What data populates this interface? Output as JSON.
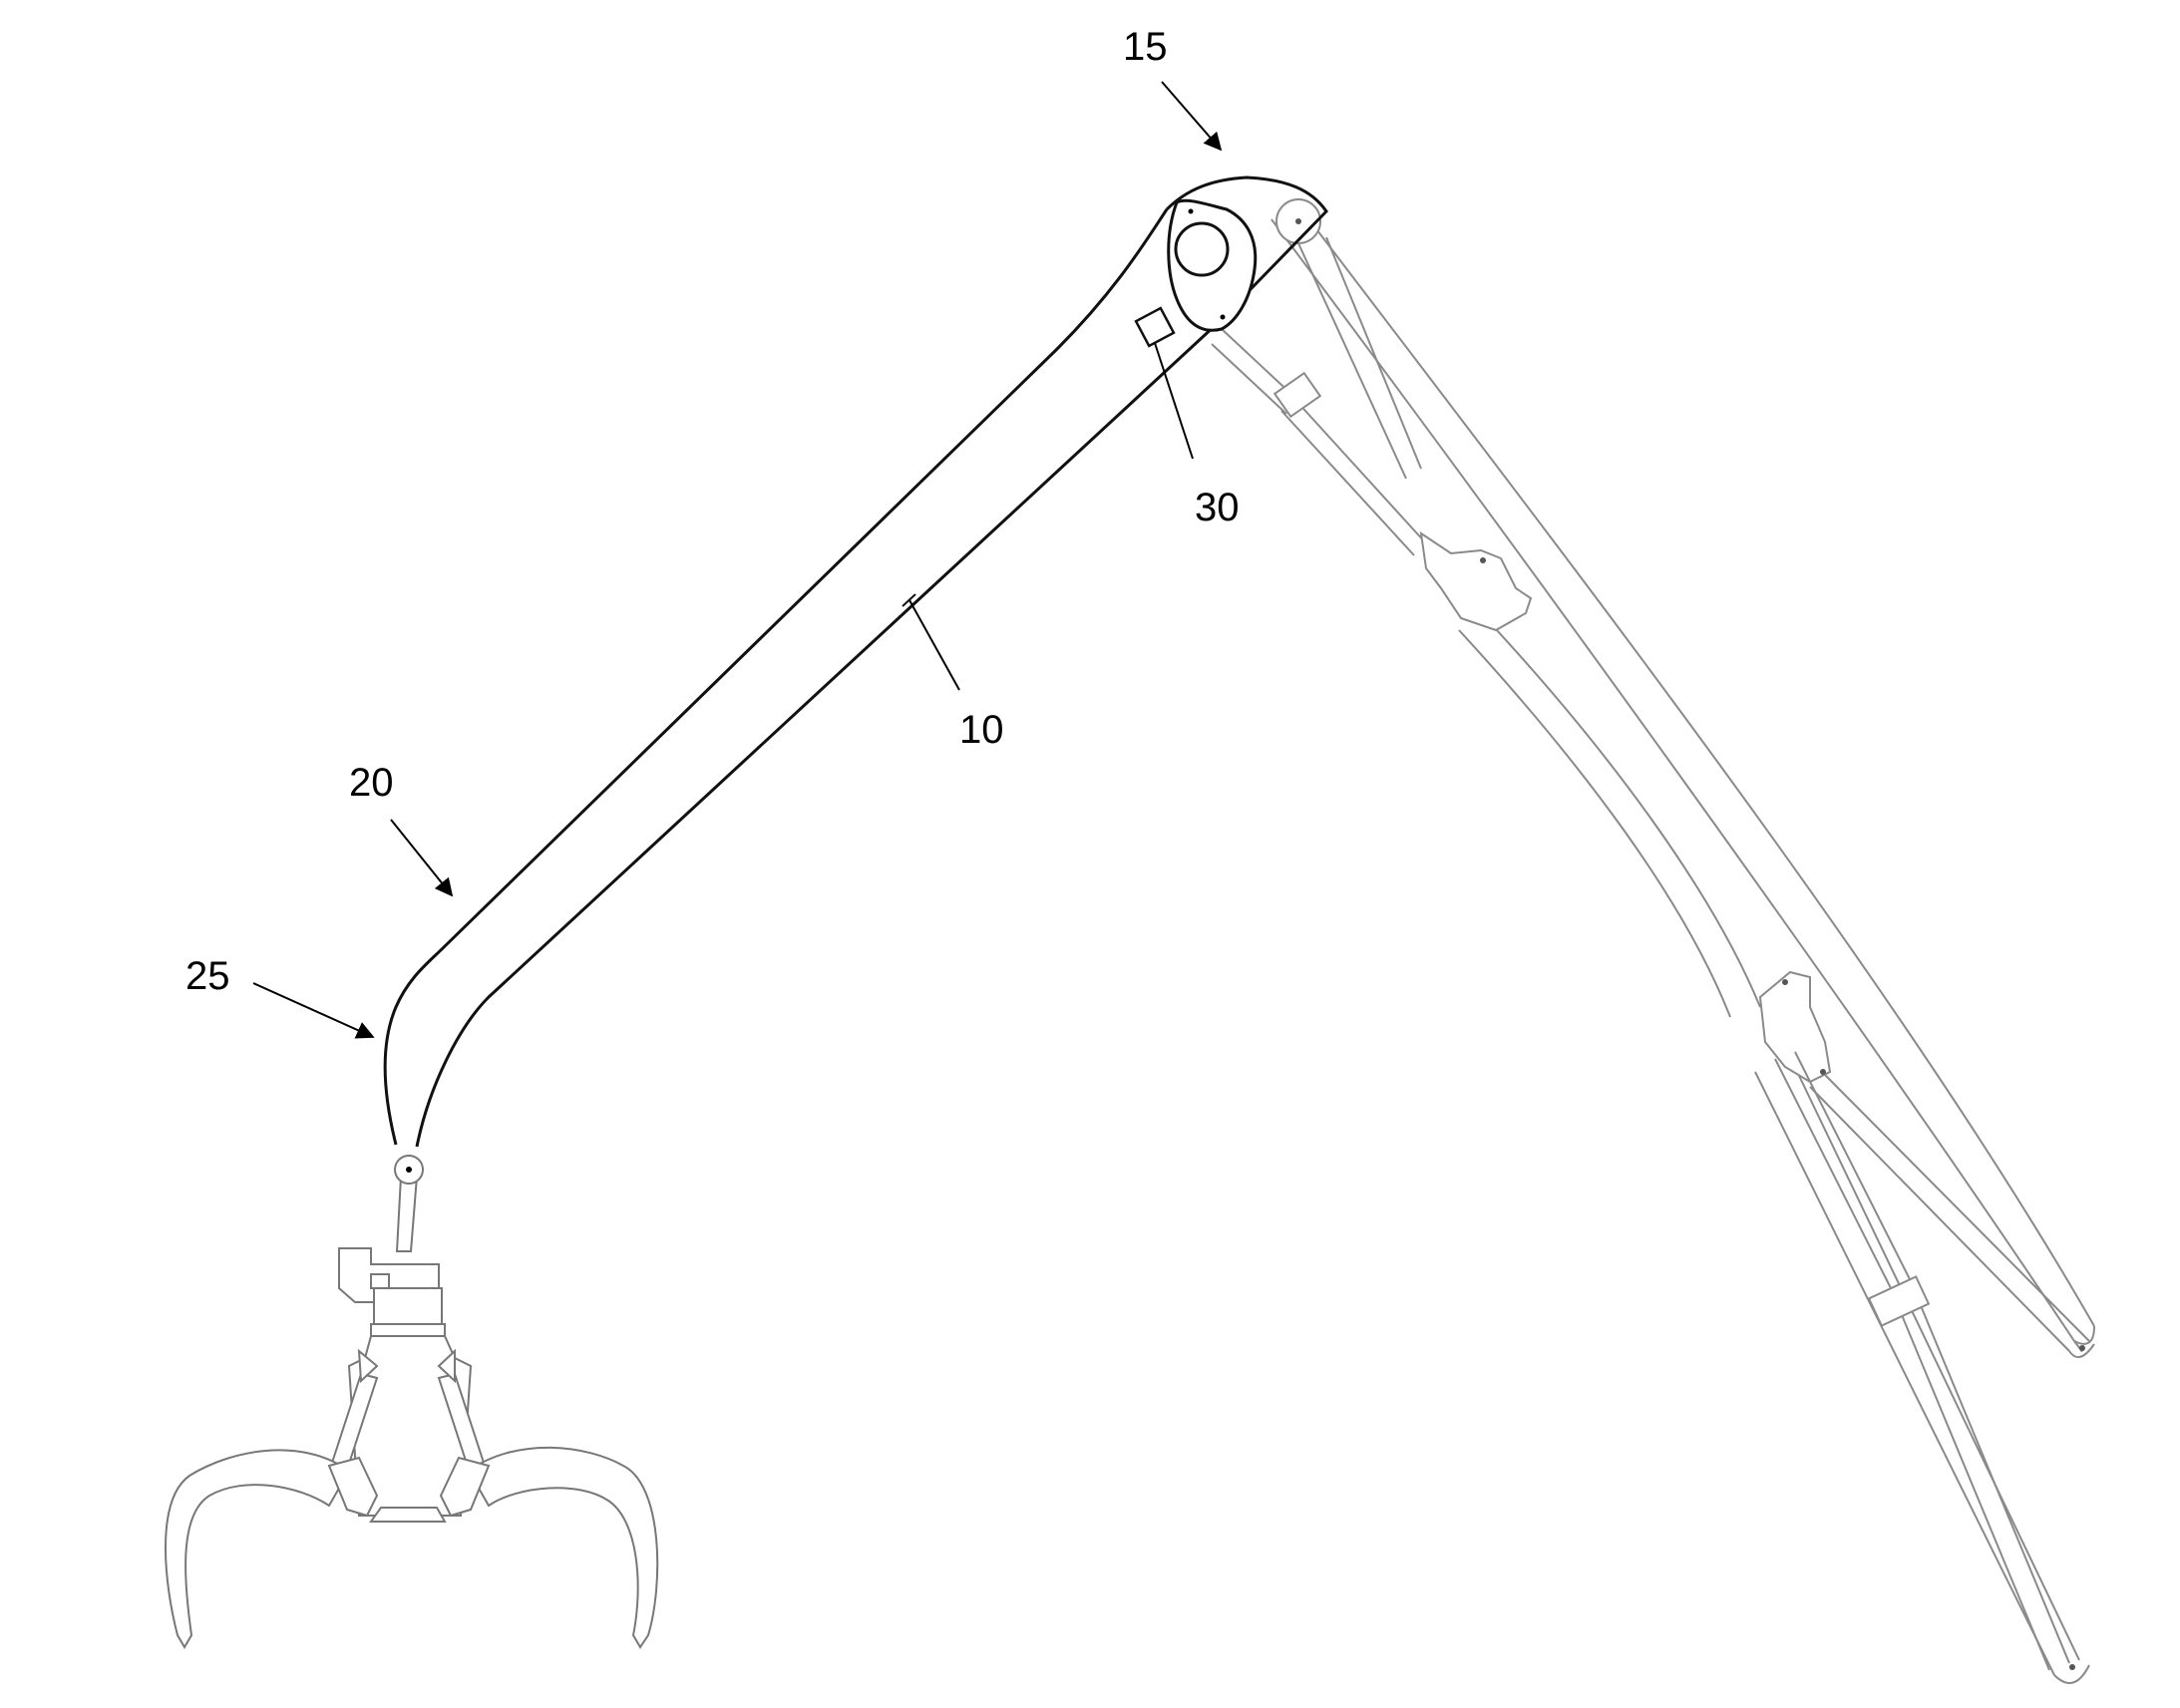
{
  "figure": {
    "reference_numerals": {
      "boom": "10",
      "boom_tip": "15",
      "boom_bend_upper": "20",
      "boom_bend_lower": "25",
      "sensor": "30"
    },
    "colors": {
      "ink": "#000000",
      "primary_line": "#111111",
      "secondary_line": "#8a8a8a",
      "background": "#ffffff"
    }
  }
}
